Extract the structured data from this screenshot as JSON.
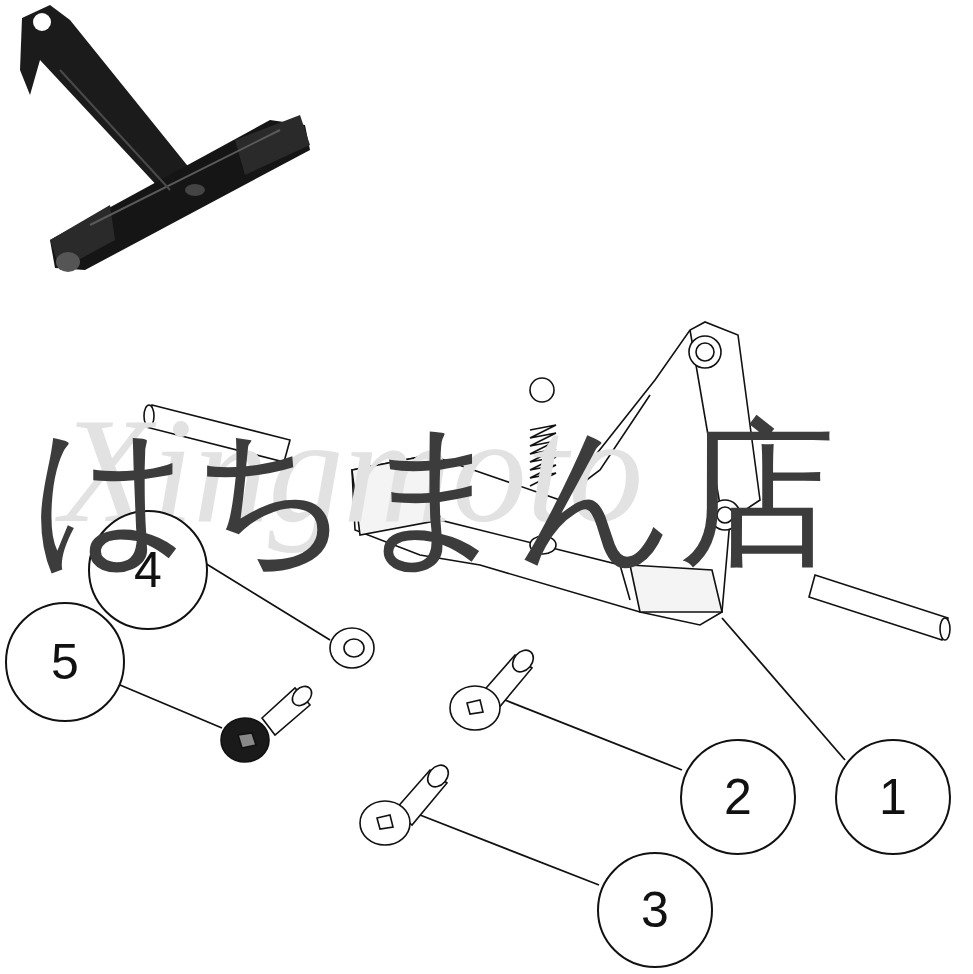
{
  "diagram": {
    "nodes": [
      {
        "text": [
          "4"
        ]
      },
      {
        "text": [
          "5"
        ]
      },
      {
        "text": [
          "2"
        ]
      },
      {
        "text": [
          "1"
        ]
      },
      {
        "text": [
          "3"
        ]
      }
    ],
    "labels": [
      "Xingmoto",
      "はちまん店"
    ]
  }
}
